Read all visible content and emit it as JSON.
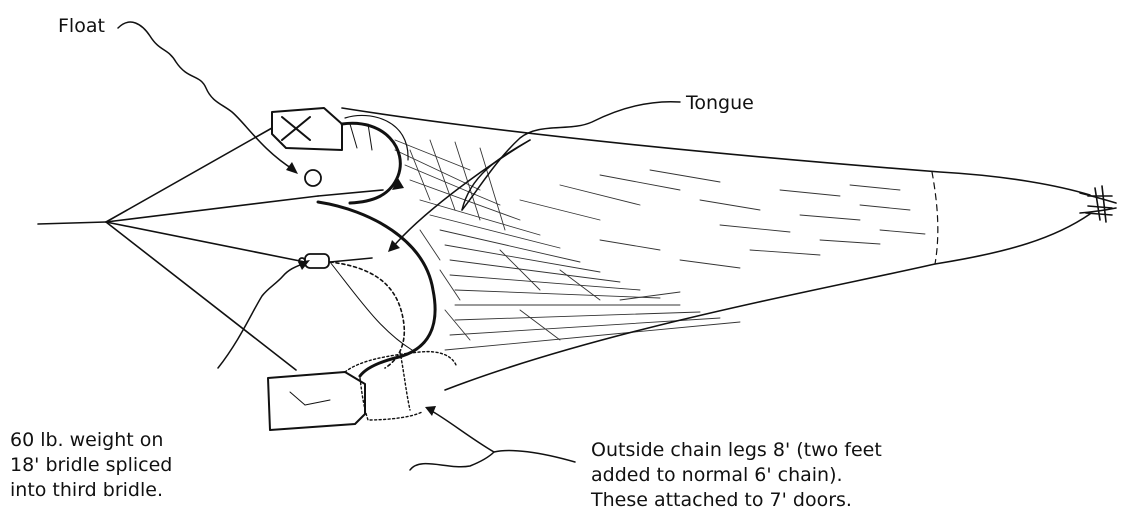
{
  "labels": {
    "float": "Float",
    "tongue": "Tongue",
    "weight": [
      "60 lb. weight on",
      "18' bridle spliced",
      "into third bridle."
    ],
    "chain": [
      "Outside chain legs 8' (two feet",
      "added to normal 6' chain).",
      "These attached to 7' doors."
    ]
  },
  "icons": {
    "float": "float-icon",
    "weight": "weight-icon",
    "upper_door": "trawl-door-icon",
    "lower_door": "trawl-door-icon",
    "cod_end": "cod-end-icon"
  },
  "colors": {
    "ink": "#111111",
    "paper": "#ffffff"
  }
}
